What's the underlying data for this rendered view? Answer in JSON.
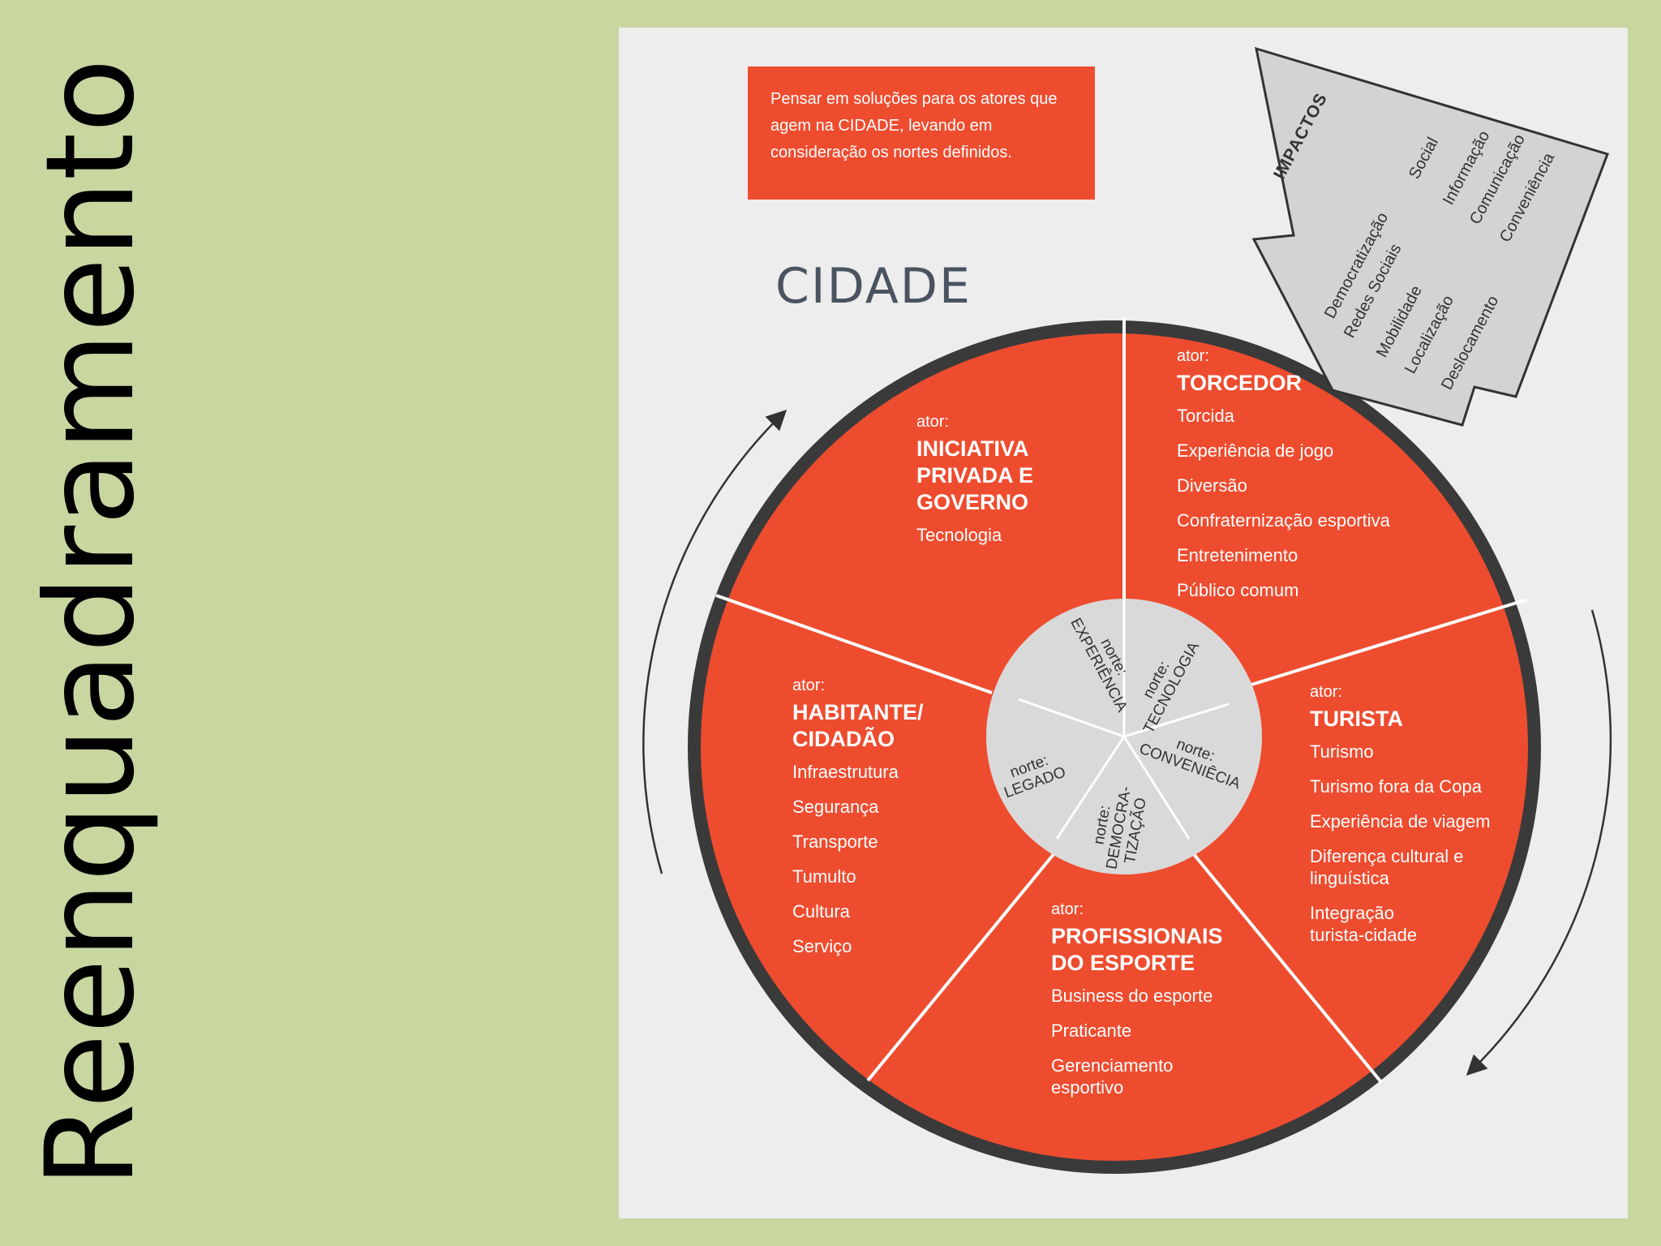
{
  "slide": {
    "title": "Reenquadramento"
  },
  "diagram": {
    "note": "Pensar em soluções para os atores que agem na CIDADE, levando em consideração os nortes definidos.",
    "city_label": "CIDADE",
    "impacts": {
      "title": "IMPACTOS",
      "items": [
        "Democratização",
        "Social",
        "Informação",
        "Comunicação",
        "Conveniência",
        "Redes Sociais",
        "Mobilidade",
        "Localização",
        "Deslocamento"
      ]
    },
    "actors": {
      "iniciativa": {
        "kicker": "ator:",
        "name_lines": [
          "INICIATIVA",
          "PRIVADA E",
          "GOVERNO"
        ],
        "items": [
          "Tecnologia"
        ]
      },
      "torcedor": {
        "kicker": "ator:",
        "name_lines": [
          "TORCEDOR"
        ],
        "items": [
          "Torcida",
          "Experiência de jogo",
          "Diversão",
          "Confraternização esportiva",
          "Entretenimento",
          "Público comum"
        ]
      },
      "turista": {
        "kicker": "ator:",
        "name_lines": [
          "TURISTA"
        ],
        "items": [
          "Turismo",
          "Turismo fora da Copa",
          "Experiência de viagem",
          "Diferença cultural e linguística",
          "Integração turista-cidade"
        ]
      },
      "profissionais": {
        "kicker": "ator:",
        "name_lines": [
          "PROFISSIONAIS",
          "DO ESPORTE"
        ],
        "items": [
          "Business do esporte",
          "Praticante",
          "Gerenciamento esportivo"
        ]
      },
      "habitante": {
        "kicker": "ator:",
        "name_lines": [
          "HABITANTE/",
          "CIDADÃO"
        ],
        "items": [
          "Infraestrutura",
          "Segurança",
          "Transporte",
          "Tumulto",
          "Cultura",
          "Serviço"
        ]
      }
    },
    "nortes": {
      "experiencia": {
        "lines": [
          "norte:",
          "EXPERIÊNCIA"
        ]
      },
      "tecnologia": {
        "lines": [
          "norte:",
          "TECNOLOGIA"
        ]
      },
      "conveniencia": {
        "lines": [
          "norte:",
          "CONVENIÊCIA"
        ]
      },
      "democratizacao": {
        "lines": [
          "norte:",
          "DEMOCRA-",
          "TIZAÇÃO"
        ]
      },
      "legado": {
        "lines": [
          "norte:",
          "LEGADO"
        ]
      }
    },
    "colors": {
      "background": "#c8d6a0",
      "panel": "#ededed",
      "accent": "#ee4c2f",
      "ring": "#3a3a3a",
      "hub": "#d9d9d9",
      "text_dark": "#4a5460"
    }
  }
}
